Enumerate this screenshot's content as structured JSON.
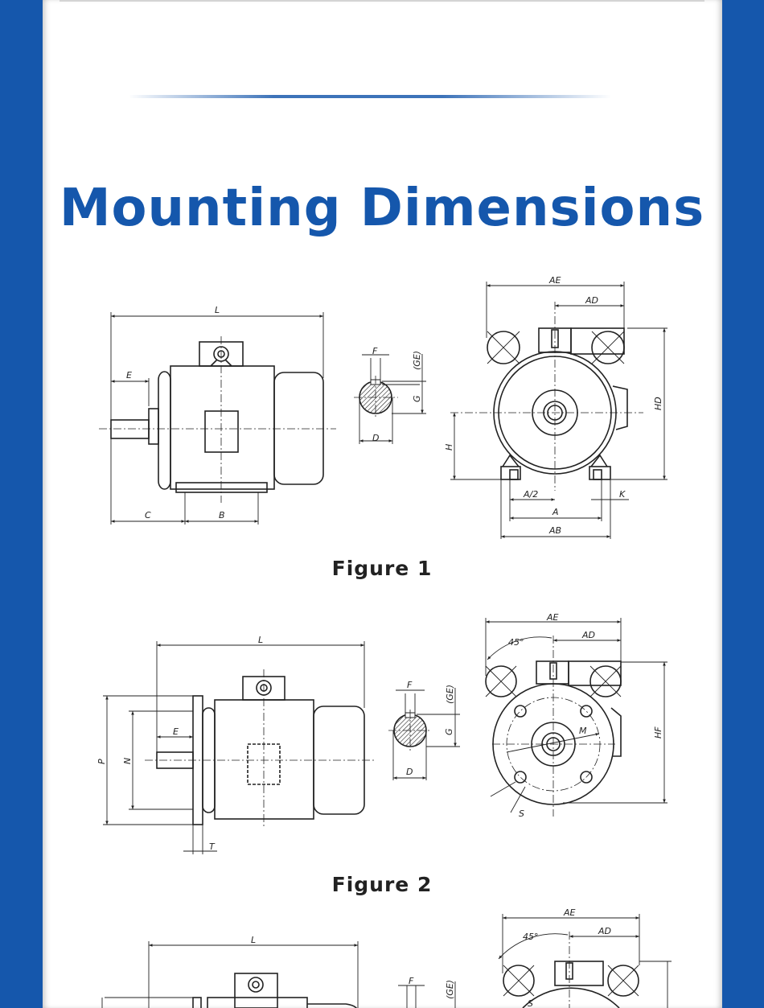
{
  "title": "Mounting Dimensions",
  "figures": [
    {
      "caption": "Figure 1",
      "labels": {
        "L": "L",
        "E": "E",
        "C": "C",
        "B": "B",
        "F": "F",
        "GE": "(GE)",
        "G": "G",
        "D": "D",
        "AE": "AE",
        "AD": "AD",
        "HD": "HD",
        "H": "H",
        "A2": "A/2",
        "A": "A",
        "AB": "AB",
        "K": "K"
      }
    },
    {
      "caption": "Figure 2",
      "labels": {
        "L": "L",
        "E": "E",
        "P": "P",
        "N": "N",
        "T": "T",
        "F": "F",
        "GE": "(GE)",
        "G": "G",
        "D": "D",
        "AE": "AE",
        "AD": "AD",
        "ANG": "45°",
        "HF": "HF",
        "M": "M",
        "S": "S"
      }
    },
    {
      "labels": {
        "L": "L",
        "F": "F",
        "GE": "(GE)",
        "AE": "AE",
        "AD": "AD",
        "ANG": "45°",
        "S": "S"
      }
    }
  ],
  "colors": {
    "brand": "#1557ac",
    "line": "#222222"
  }
}
